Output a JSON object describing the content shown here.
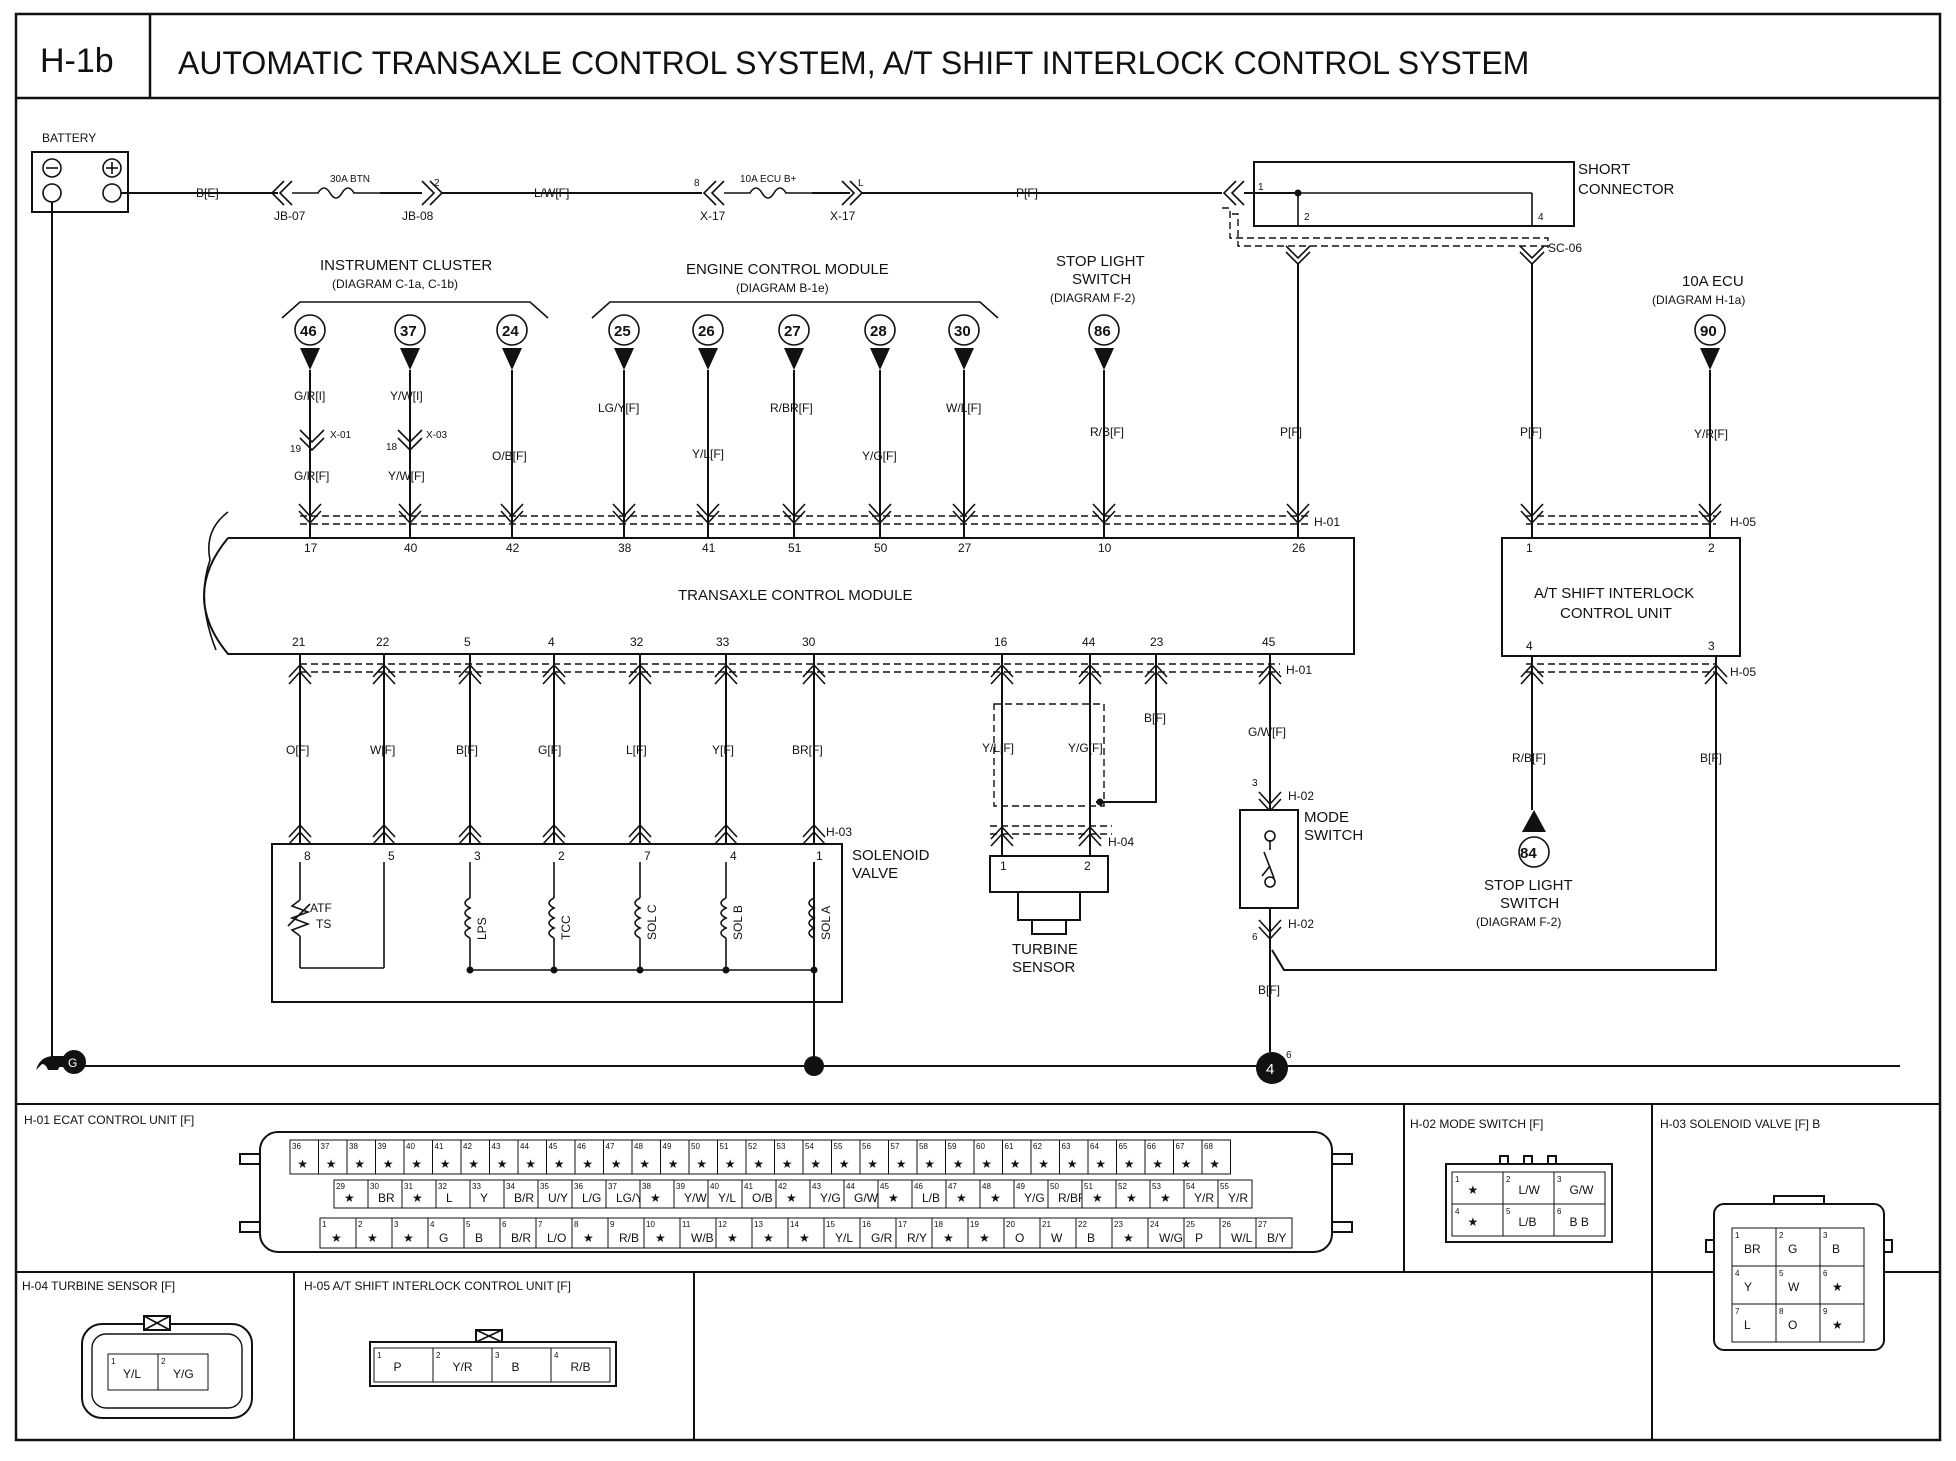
{
  "header": {
    "code": "H-1b",
    "title": "AUTOMATIC TRANSAXLE CONTROL SYSTEM, A/T SHIFT INTERLOCK CONTROL SYSTEM"
  },
  "battery": {
    "label": "BATTERY"
  },
  "top_line": {
    "wire1": "B[E]",
    "jb07": "JB-07",
    "fuse30": "30A BTN",
    "jb08": "JB-08",
    "pin2": "2",
    "wire2": "L/W[F]",
    "pin8": "8",
    "fuse10": "10A ECU B+",
    "x17a": "X-17",
    "pinL": "L",
    "x17b": "X-17",
    "wire3": "P[F]"
  },
  "short_connector": {
    "label1": "SHORT",
    "label2": "CONNECTOR",
    "pin1": "1",
    "pin2": "2",
    "pin4": "4",
    "conn": "SC-06"
  },
  "groups": {
    "ic1": "INSTRUMENT CLUSTER",
    "ic2": "(DIAGRAM C-1a, C-1b)",
    "ecm1": "ENGINE CONTROL MODULE",
    "ecm2": "(DIAGRAM B-1e)",
    "sls1": "STOP LIGHT",
    "sls2": "SWITCH",
    "sls3": "(DIAGRAM F-2)",
    "ecu1": "10A ECU",
    "ecu2": "(DIAGRAM H-1a)"
  },
  "circles": [
    "46",
    "37",
    "24",
    "25",
    "26",
    "27",
    "28",
    "30",
    "86",
    "90"
  ],
  "upper_wires": {
    "w46a": "G/R[I]",
    "x01": "X-01",
    "p19": "19",
    "w46b": "G/R[F]",
    "w37a": "Y/W[I]",
    "x03": "X-03",
    "p18": "18",
    "w37b": "Y/W[F]",
    "w24": "O/B[F]",
    "w25": "LG/Y[F]",
    "w26": "Y/L[F]",
    "w27": "R/BR[F]",
    "w28": "Y/G[F]",
    "w30": "W/L[F]",
    "w86": "R/B[F]",
    "wsc2": "P[F]",
    "wsc4": "P[F]",
    "w90": "Y/R[F]",
    "h01": "H-01",
    "h05": "H-05"
  },
  "tcm": {
    "label": "TRANSAXLE CONTROL MODULE",
    "top_pins": [
      "17",
      "40",
      "42",
      "38",
      "41",
      "51",
      "50",
      "27",
      "10",
      "26"
    ],
    "bottom_pins": [
      "21",
      "22",
      "5",
      "4",
      "32",
      "33",
      "30",
      "16",
      "44",
      "23",
      "45"
    ]
  },
  "interlock": {
    "label1": "A/T SHIFT INTERLOCK",
    "label2": "CONTROL UNIT",
    "pin1": "1",
    "pin2": "2",
    "pin4": "4",
    "pin3": "3",
    "h05b": "H-05",
    "w4": "R/B[F]",
    "w3": "B[F]"
  },
  "lower_wires": {
    "h01b": "H-01",
    "w21": "O[F]",
    "w22": "W[F]",
    "w5": "B[F]",
    "w4": "G[F]",
    "w32": "L[F]",
    "w33": "Y[F]",
    "w30": "BR[F]",
    "w16": "Y/L[F]",
    "w44": "Y/G[F]",
    "w23": "B[F]",
    "w45": "G/W[F]",
    "h03": "H-03",
    "h04": "H-04",
    "h02a": "H-02",
    "p3": "3",
    "h02b": "H-02",
    "p6": "6",
    "wgnd": "B[F]",
    "p6b": "6"
  },
  "solenoid": {
    "label1": "SOLENOID",
    "label2": "VALVE",
    "pins": [
      "8",
      "5",
      "3",
      "2",
      "7",
      "4",
      "1"
    ],
    "atf1": "ATF",
    "atf2": "TS",
    "coils": [
      "LPS",
      "TCC",
      "SOL C",
      "SOL B",
      "SOL A"
    ]
  },
  "turbine": {
    "label1": "TURBINE",
    "label2": "SENSOR",
    "pin1": "1",
    "pin2": "2"
  },
  "mode_switch": {
    "label1": "MODE",
    "label2": "SWITCH"
  },
  "sls84": {
    "num": "84",
    "label1": "STOP LIGHT",
    "label2": "SWITCH",
    "label3": "(DIAGRAM F-2)"
  },
  "grounds": {
    "g": "G",
    "g4": "4"
  },
  "conn_h01": {
    "title": "H-01 ECAT CONTROL UNIT [F]",
    "row1": [
      [
        "36",
        "★"
      ],
      [
        "37",
        "★"
      ],
      [
        "38",
        "★"
      ],
      [
        "39",
        "★"
      ],
      [
        "40",
        "★"
      ],
      [
        "41",
        "★"
      ],
      [
        "42",
        "★"
      ],
      [
        "43",
        "★"
      ],
      [
        "44",
        "★"
      ],
      [
        "45",
        "★"
      ],
      [
        "46",
        "★"
      ],
      [
        "47",
        "★"
      ],
      [
        "48",
        "★"
      ],
      [
        "49",
        "★"
      ],
      [
        "50",
        "★"
      ],
      [
        "51",
        "★"
      ],
      [
        "52",
        "★"
      ],
      [
        "53",
        "★"
      ],
      [
        "54",
        "★"
      ],
      [
        "55",
        "★"
      ],
      [
        "56",
        "★"
      ],
      [
        "57",
        "★"
      ],
      [
        "58",
        "★"
      ],
      [
        "59",
        "★"
      ],
      [
        "60",
        "★"
      ],
      [
        "61",
        "★"
      ],
      [
        "62",
        "★"
      ],
      [
        "63",
        "★"
      ],
      [
        "64",
        "★"
      ],
      [
        "65",
        "★"
      ],
      [
        "66",
        "★"
      ],
      [
        "67",
        "★"
      ],
      [
        "68",
        "★"
      ]
    ],
    "row2": [
      [
        "29",
        "★"
      ],
      [
        "30",
        "BR"
      ],
      [
        "31",
        "★"
      ],
      [
        "32",
        "L"
      ],
      [
        "33",
        "Y"
      ],
      [
        "34",
        "B/R"
      ],
      [
        "35",
        "U/Y"
      ],
      [
        "36",
        "L/G"
      ],
      [
        "37",
        "LG/Y"
      ],
      [
        "38",
        "★"
      ],
      [
        "39",
        "Y/W"
      ],
      [
        "40",
        "Y/L"
      ],
      [
        "41",
        "O/B"
      ],
      [
        "42",
        "★"
      ],
      [
        "43",
        "Y/G"
      ],
      [
        "44",
        "G/W"
      ],
      [
        "45",
        "★"
      ],
      [
        "46",
        "L/B"
      ],
      [
        "47",
        "★"
      ],
      [
        "48",
        "★"
      ],
      [
        "49",
        "Y/G"
      ],
      [
        "50",
        "R/BR"
      ],
      [
        "51",
        "★"
      ],
      [
        "52",
        "★"
      ],
      [
        "53",
        "★"
      ],
      [
        "54",
        "Y/R"
      ],
      [
        "55",
        "Y/R"
      ]
    ],
    "row3": [
      [
        "1",
        "★"
      ],
      [
        "2",
        "★"
      ],
      [
        "3",
        "★"
      ],
      [
        "4",
        "G"
      ],
      [
        "5",
        "B"
      ],
      [
        "6",
        "B/R"
      ],
      [
        "7",
        "L/O"
      ],
      [
        "8",
        "★"
      ],
      [
        "9",
        "R/B"
      ],
      [
        "10",
        "★"
      ],
      [
        "11",
        "W/B"
      ],
      [
        "12",
        "★"
      ],
      [
        "13",
        "★"
      ],
      [
        "14",
        "★"
      ],
      [
        "15",
        "Y/L"
      ],
      [
        "16",
        "G/R"
      ],
      [
        "17",
        "R/Y"
      ],
      [
        "18",
        "★"
      ],
      [
        "19",
        "★"
      ],
      [
        "20",
        "O"
      ],
      [
        "21",
        "W"
      ],
      [
        "22",
        "B"
      ],
      [
        "23",
        "★"
      ],
      [
        "24",
        "W/G"
      ],
      [
        "25",
        "P"
      ],
      [
        "26",
        "W/L"
      ],
      [
        "27",
        "B/Y"
      ]
    ]
  },
  "conn_h02": {
    "title": "H-02 MODE SWITCH [F]",
    "cells": [
      [
        "1",
        "★"
      ],
      [
        "2",
        "L/W"
      ],
      [
        "3",
        "G/W"
      ],
      [
        "4",
        "★"
      ],
      [
        "5",
        "L/B"
      ],
      [
        "6",
        "B B"
      ]
    ]
  },
  "conn_h03": {
    "title": "H-03 SOLENOID VALVE [F] B",
    "cells": [
      [
        "1",
        "BR"
      ],
      [
        "2",
        "G"
      ],
      [
        "3",
        "B"
      ],
      [
        "4",
        "Y"
      ],
      [
        "5",
        "W"
      ],
      [
        "6",
        "★"
      ],
      [
        "7",
        "L"
      ],
      [
        "8",
        "O"
      ],
      [
        "9",
        "★"
      ]
    ]
  },
  "conn_h04": {
    "title": "H-04 TURBINE SENSOR [F]",
    "cells": [
      [
        "1",
        "Y/L"
      ],
      [
        "2",
        "Y/G"
      ]
    ]
  },
  "conn_h05": {
    "title": "H-05 A/T SHIFT INTERLOCK CONTROL UNIT [F]",
    "cells": [
      [
        "1",
        "P"
      ],
      [
        "2",
        "Y/R"
      ],
      [
        "3",
        "B"
      ],
      [
        "4",
        "R/B"
      ]
    ]
  }
}
